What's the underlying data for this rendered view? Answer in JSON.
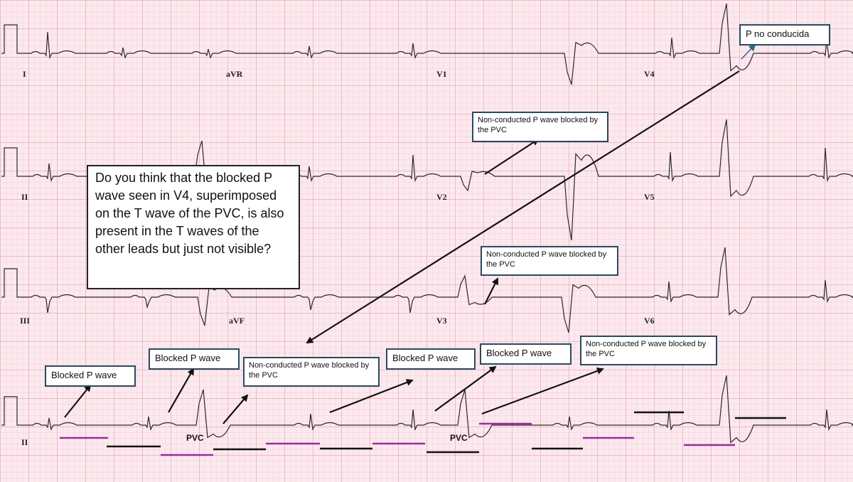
{
  "leads": {
    "I": "I",
    "aVR": "aVR",
    "V1": "V1",
    "V4": "V4",
    "II": "II",
    "V2": "V2",
    "V5": "V5",
    "III": "III",
    "aVF": "aVF",
    "V3": "V3",
    "V6": "V6",
    "rhythm": "II"
  },
  "annotations": {
    "question": "Do you think that the blocked P wave seen in V4, superimposed on the T wave of the PVC, is also present in the T waves of the other leads but just not visible?",
    "p_no_conducida": "P no conducida",
    "nonconducted_1": "Non-conducted P wave blocked by the PVC",
    "nonconducted_2": "Non-conducted P wave blocked by the PVC",
    "nonconducted_3": "Non-conducted P wave blocked by the PVC",
    "nonconducted_4": "Non-conducted P wave blocked by the PVC",
    "blocked_1": "Blocked P wave",
    "blocked_2": "Blocked P wave",
    "blocked_3": "Blocked P wave",
    "blocked_4": "Blocked P wave",
    "pvc_1": "PVC",
    "pvc_2": "PVC"
  },
  "colors": {
    "grid_minor": "#f3c3cf",
    "grid_major": "#e58aa1",
    "trace": "#2a2a2a",
    "arrow": "#111111",
    "purple_marker": "#9b2c9b",
    "black_marker": "#111111",
    "box_border": "#2b4a5c"
  }
}
